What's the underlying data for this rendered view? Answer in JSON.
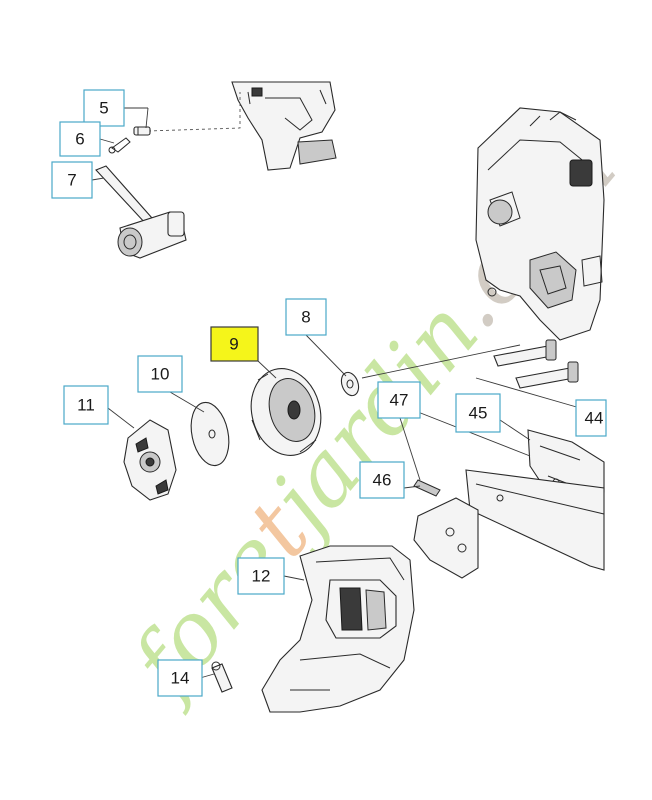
{
  "watermark": {
    "text": "foretjardin.com",
    "color_main": "#c9e6a2",
    "color_accent": "#f3c7a0",
    "color_end": "#d2ccc4"
  },
  "colors": {
    "callout_border": "#4aa8c8",
    "highlight_fill": "#f5f51a"
  },
  "callouts": [
    {
      "id": "5",
      "label": "5"
    },
    {
      "id": "6",
      "label": "6"
    },
    {
      "id": "7",
      "label": "7"
    },
    {
      "id": "8",
      "label": "8"
    },
    {
      "id": "9",
      "label": "9",
      "highlighted": true
    },
    {
      "id": "10",
      "label": "10"
    },
    {
      "id": "11",
      "label": "11"
    },
    {
      "id": "12",
      "label": "12"
    },
    {
      "id": "14",
      "label": "14"
    },
    {
      "id": "44",
      "label": "44"
    },
    {
      "id": "45",
      "label": "45"
    },
    {
      "id": "46",
      "label": "46"
    },
    {
      "id": "47",
      "label": "47"
    }
  ]
}
